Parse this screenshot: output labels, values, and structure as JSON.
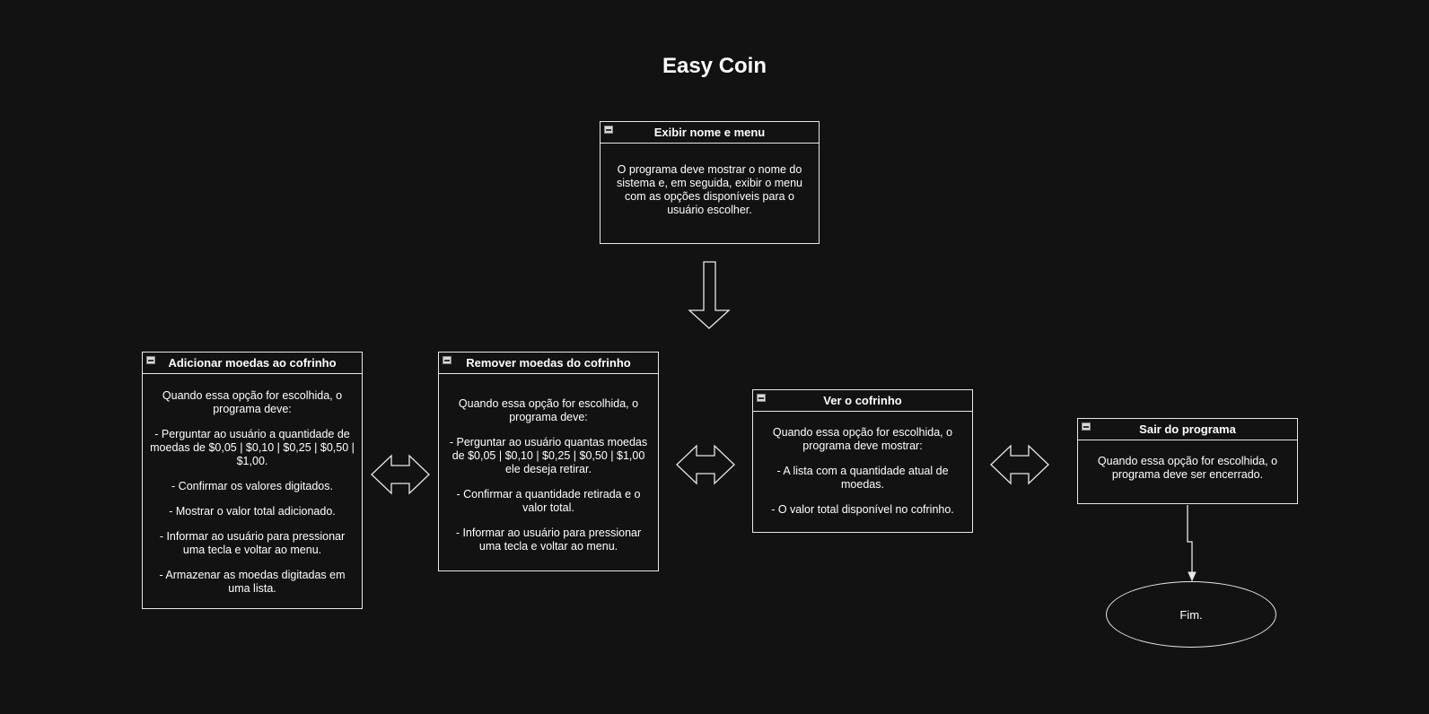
{
  "title": "Easy Coin",
  "boxes": {
    "menu": {
      "header": "Exibir nome e menu",
      "lines": [
        "O programa deve mostrar o nome do sistema e, em seguida, exibir o menu com as opções disponíveis para o usuário escolher."
      ]
    },
    "add": {
      "header": "Adicionar moedas ao cofrinho",
      "lines": [
        "Quando essa opção for escolhida, o programa deve:",
        "- Perguntar ao usuário a quantidade de moedas de $0,05 | $0,10 | $0,25 | $0,50 | $1,00.",
        "- Confirmar os valores digitados.",
        "- Mostrar o valor total adicionado.",
        "- Informar ao usuário para pressionar uma tecla e voltar ao menu.",
        "- Armazenar as moedas digitadas em uma lista."
      ]
    },
    "remove": {
      "header": "Remover moedas do cofrinho",
      "lines": [
        "Quando essa opção for escolhida, o programa deve:",
        "- Perguntar ao usuário quantas moedas de $0,05 | $0,10 | $0,25 | $0,50 | $1,00 ele deseja retirar.",
        "- Confirmar a quantidade retirada e o valor total.",
        "- Informar ao usuário para pressionar uma tecla e voltar ao menu."
      ]
    },
    "view": {
      "header": "Ver o cofrinho",
      "lines": [
        "Quando essa opção for escolhida, o programa deve mostrar:",
        "- A lista com a quantidade atual de moedas.",
        "- O valor total disponível no cofrinho."
      ]
    },
    "exit": {
      "header": "Sair do programa",
      "lines": [
        "Quando essa opção for escolhida, o programa deve ser encerrado."
      ]
    }
  },
  "end": {
    "label": "Fim."
  },
  "colors": {
    "background": "#121212",
    "stroke": "#e8e8e8",
    "text": "#ffffff"
  }
}
